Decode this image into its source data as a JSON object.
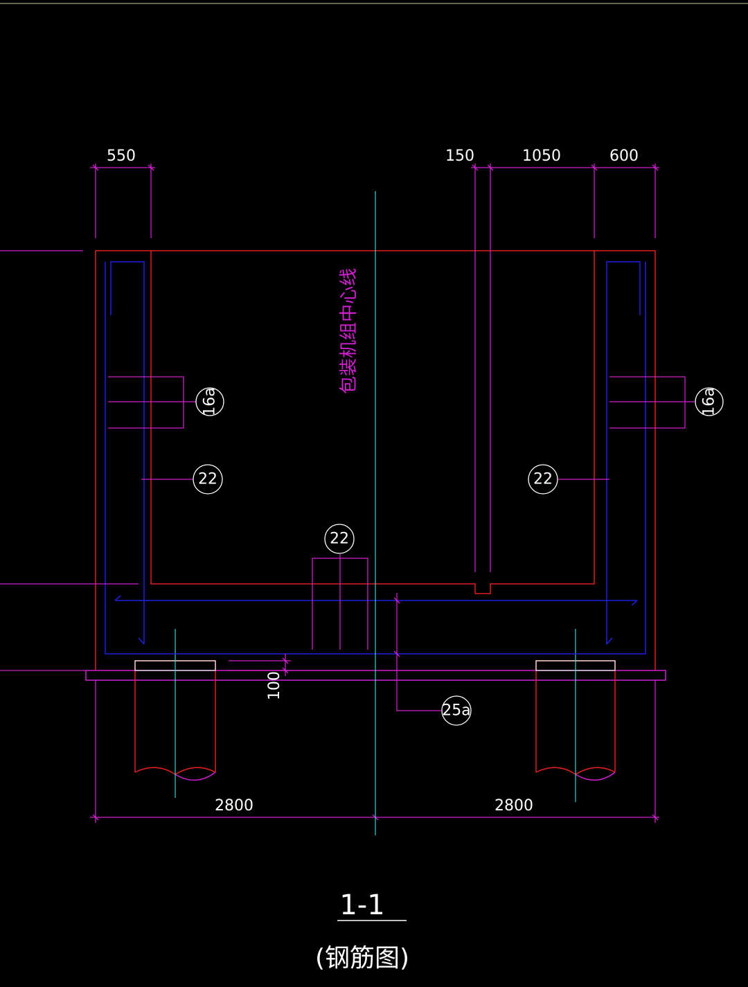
{
  "drawing": {
    "title": "1-1",
    "subtitle": "(钢筋图)",
    "centerline_label": "包装机组中心线"
  },
  "dimensions": {
    "top_left": "550",
    "top_150": "150",
    "top_1050": "1050",
    "top_600": "600",
    "bottom_left": "2800",
    "bottom_right": "2800",
    "cover": "100"
  },
  "rebar_tags": {
    "left_16a": "16a",
    "right_16a": "16a",
    "left_22": "22",
    "right_22": "22",
    "middle_22": "22",
    "bottom_25a": "25a"
  },
  "colors": {
    "background": "#000000",
    "magenta": "#d020d0",
    "red": "#e02020",
    "blue": "#2020e0",
    "cyan": "#40d0d0",
    "white": "#ffffff"
  }
}
